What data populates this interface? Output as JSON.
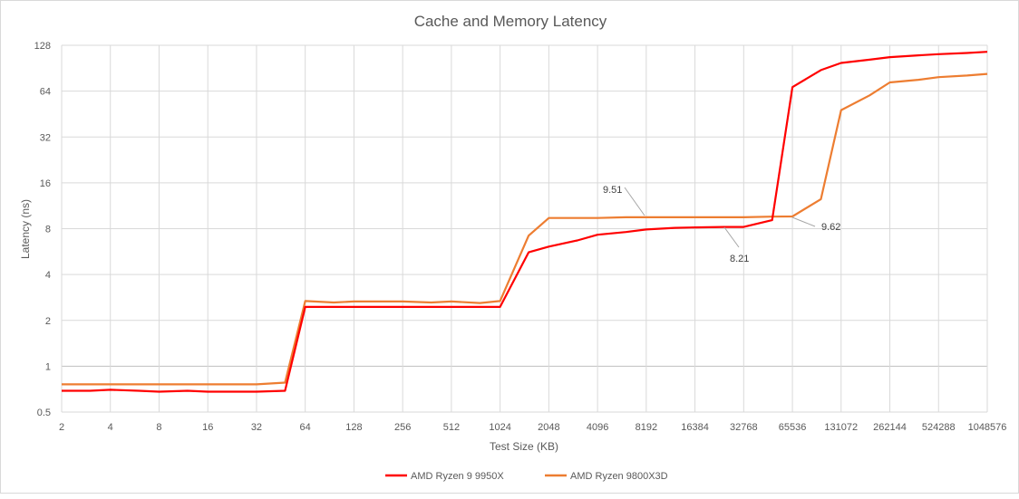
{
  "chart_data": {
    "type": "line",
    "title": "Cache and Memory Latency",
    "xlabel": "Test Size (KB)",
    "ylabel": "Latency (ns)",
    "yscale": "log2",
    "ylim": [
      0.5,
      128
    ],
    "yticks": [
      "0.5",
      "1",
      "2",
      "4",
      "8",
      "16",
      "32",
      "64",
      "128"
    ],
    "xtick_labels": [
      "2",
      "4",
      "8",
      "16",
      "32",
      "64",
      "128",
      "256",
      "512",
      "1024",
      "2048",
      "4096",
      "8192",
      "16384",
      "32768",
      "65536",
      "131072",
      "262144",
      "524288",
      "1048576"
    ],
    "x": [
      2,
      3,
      4,
      6,
      8,
      12,
      16,
      24,
      32,
      48,
      64,
      96,
      128,
      192,
      256,
      384,
      512,
      768,
      1024,
      1536,
      2048,
      3072,
      4096,
      6144,
      8192,
      12288,
      16384,
      24576,
      32768,
      49152,
      65536,
      98304,
      131072,
      196608,
      262144,
      393216,
      524288,
      786432,
      1048576
    ],
    "grid": true,
    "legend_position": "bottom",
    "series": [
      {
        "name": "AMD Ryzen 9 9950X",
        "color": "#ff0000",
        "values": [
          0.69,
          0.69,
          0.7,
          0.69,
          0.68,
          0.69,
          0.68,
          0.68,
          0.68,
          0.69,
          2.45,
          2.45,
          2.45,
          2.45,
          2.45,
          2.45,
          2.45,
          2.45,
          2.45,
          5.6,
          6.1,
          6.7,
          7.3,
          7.6,
          7.9,
          8.1,
          8.15,
          8.21,
          8.21,
          9.1,
          68,
          88,
          98,
          103,
          107,
          110,
          112,
          114,
          116
        ]
      },
      {
        "name": "AMD Ryzen 9800X3D",
        "color": "#ed7d31",
        "values": [
          0.76,
          0.76,
          0.76,
          0.76,
          0.76,
          0.76,
          0.76,
          0.76,
          0.76,
          0.78,
          2.68,
          2.62,
          2.66,
          2.66,
          2.66,
          2.62,
          2.66,
          2.6,
          2.68,
          7.2,
          9.4,
          9.4,
          9.4,
          9.5,
          9.51,
          9.51,
          9.51,
          9.51,
          9.51,
          9.6,
          9.62,
          12.5,
          48,
          60,
          73,
          76,
          79,
          81,
          83
        ]
      }
    ],
    "annotations": [
      {
        "text": "9.51",
        "series": "AMD Ryzen 9800X3D",
        "x": 12288
      },
      {
        "text": "8.21",
        "series": "AMD Ryzen 9 9950X",
        "x": 24576
      },
      {
        "text": "9.62",
        "series": "AMD Ryzen 9800X3D",
        "x": 65536
      }
    ]
  }
}
